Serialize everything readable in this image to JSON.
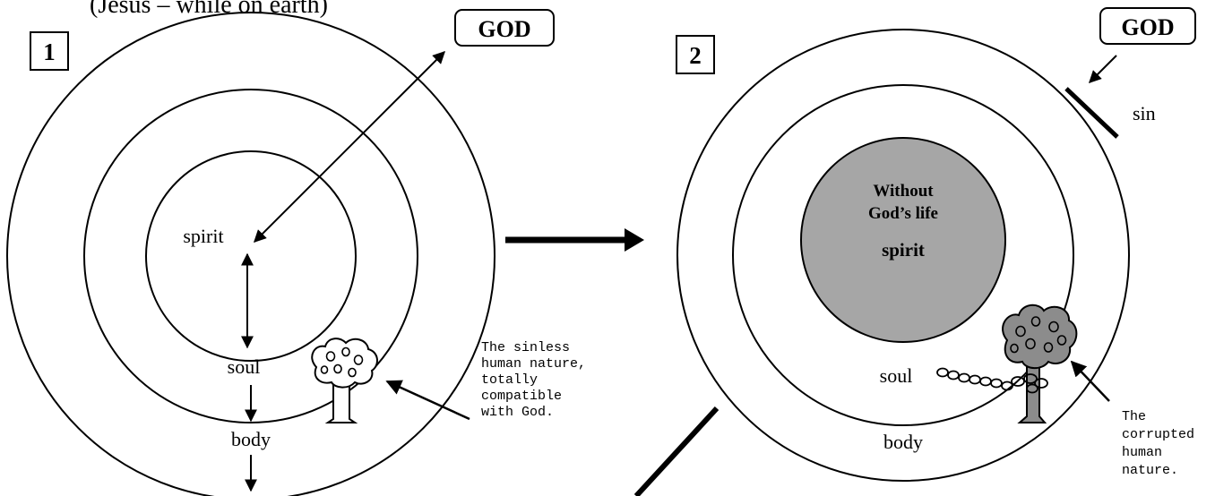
{
  "header_text": "(Jesus – while on earth)",
  "panel1": {
    "number": "1",
    "god_label": "GOD",
    "spirit_label": "spirit",
    "soul_label": "soul",
    "body_label": "body",
    "note_lines": [
      "The sinless",
      "human nature,",
      "totally",
      "compatible",
      "with God."
    ]
  },
  "panel2": {
    "number": "2",
    "god_label": "GOD",
    "sin_label": "sin",
    "core_line1": "Without",
    "core_line2": "God’s life",
    "core_spirit": "spirit",
    "soul_label": "soul",
    "body_label": "body",
    "note_lines": [
      "The",
      "corrupted",
      "human",
      "nature."
    ]
  },
  "colors": {
    "ink": "#000000",
    "core_fill": "#a6a6a6",
    "tree_fill_corrupted": "#8c8c8c",
    "background": "#ffffff"
  },
  "icons": {
    "tree_sinless": "tree-icon",
    "tree_corrupted": "tree-icon",
    "chain": "chain-icon"
  }
}
